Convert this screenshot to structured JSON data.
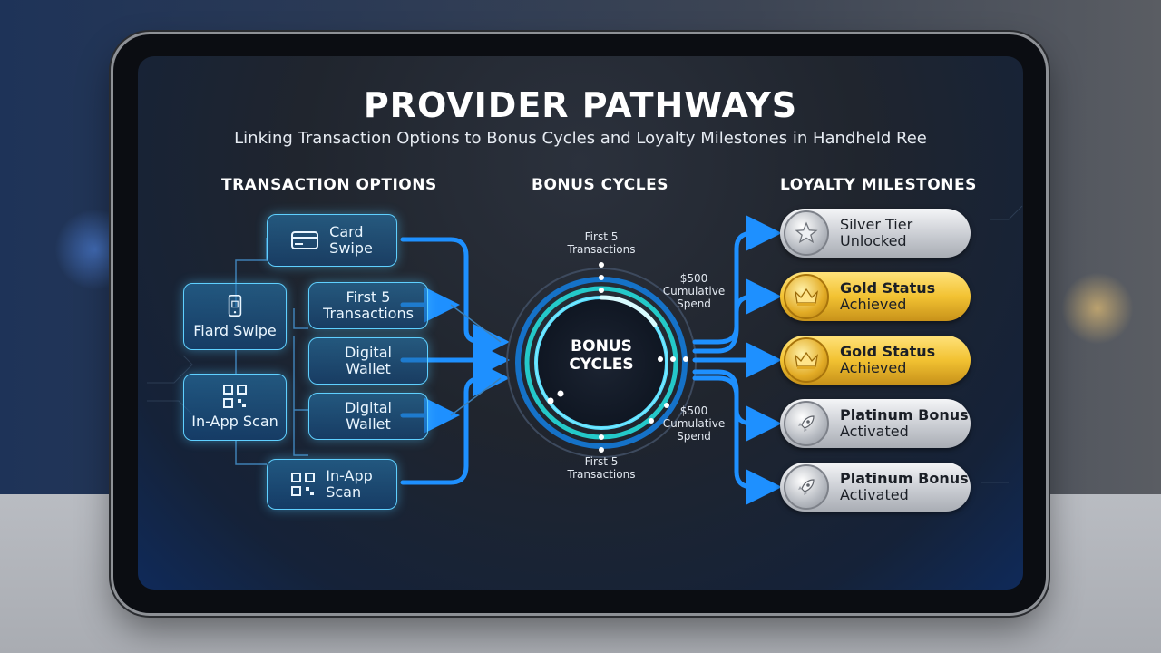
{
  "header": {
    "title": "PROVIDER PATHWAYS",
    "subtitle": "Linking Transaction Options to Bonus Cycles and Loyalty Milestones in Handheld Ree"
  },
  "columns": {
    "transaction_options": "TRANSACTION OPTIONS",
    "bonus_cycles": "BONUS CYCLES",
    "loyalty_milestones": "LOYALTY MILESTONES"
  },
  "transactions": {
    "card_swipe": {
      "line1": "Card",
      "line2": "Swipe",
      "icon": "credit-card-icon"
    },
    "fiard_swipe": {
      "label": "Fiard Swipe",
      "icon": "phone-icon"
    },
    "first5": {
      "line1": "First 5",
      "line2": "Transactions"
    },
    "digital_wallet_1": {
      "line1": "Digital",
      "line2": "Wallet"
    },
    "digital_wallet_2": {
      "line1": "Digital",
      "line2": "Wallet"
    },
    "inapp_scan_left": {
      "label": "In-App Scan",
      "icon": "qr-code-icon"
    },
    "inapp_scan": {
      "line1": "In-App",
      "line2": "Scan",
      "icon": "qr-code-icon"
    }
  },
  "bonus": {
    "center_line1": "BONUS",
    "center_line2": "CYCLES",
    "top_note": {
      "line1": "First 5",
      "line2": "Transactions"
    },
    "right_top_note": {
      "line1": "$500",
      "line2": "Cumulative",
      "line3": "Spend"
    },
    "right_bottom_note": {
      "line1": "$500",
      "line2": "Cumulative",
      "line3": "Spend"
    },
    "bottom_note": {
      "line1": "First 5",
      "line2": "Transactions"
    }
  },
  "milestones": [
    {
      "line1": "Silver Tier",
      "line2": "Unlocked",
      "style": "silver",
      "icon": "star-icon"
    },
    {
      "line1": "Gold Status",
      "line2": "Achieved",
      "style": "gold",
      "icon": "crown-icon"
    },
    {
      "line1": "Gold Status",
      "line2": "Achieved",
      "style": "gold",
      "icon": "crown-icon"
    },
    {
      "line1": "Platinum Bonus",
      "line2": "Activated",
      "style": "silver",
      "icon": "rocket-icon"
    },
    {
      "line1": "Platinum Bonus",
      "line2": "Activated",
      "style": "silver",
      "icon": "rocket-icon"
    }
  ],
  "colors": {
    "accent_cyan": "#5fd0ff",
    "wire_blue": "#1e90ff",
    "gold": "#f2c232",
    "silver": "#c9ccd2"
  }
}
